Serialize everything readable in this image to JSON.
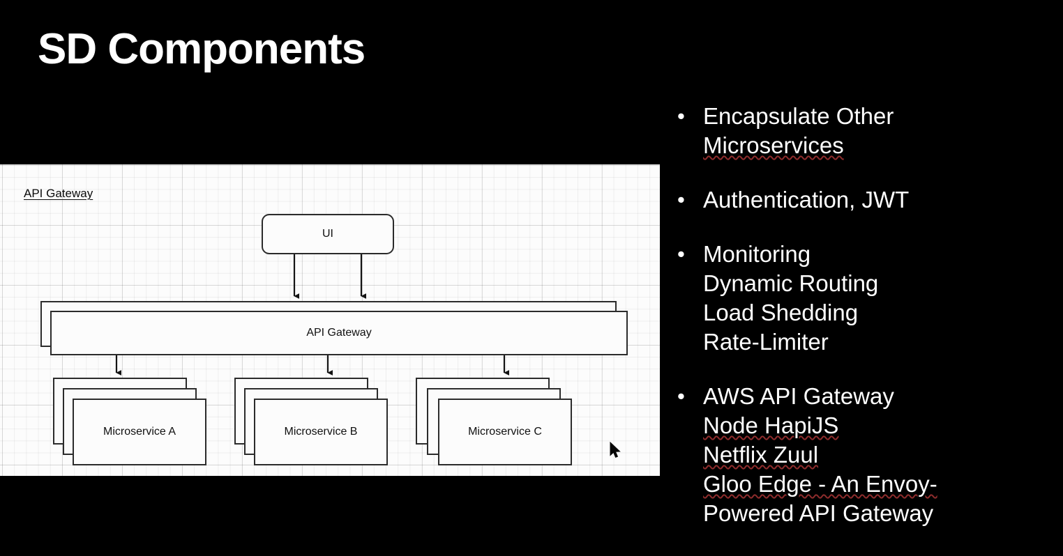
{
  "slide": {
    "title": "SD Components",
    "background_color": "#000000",
    "text_color": "#ffffff"
  },
  "diagram": {
    "label": "API Gateway",
    "panel_background": "#fbfbfb",
    "grid": "on",
    "nodes": {
      "ui": "UI",
      "gateway": "API Gateway",
      "microservice_a": "Microservice A",
      "microservice_b": "Microservice B",
      "microservice_c": "Microservice C"
    },
    "cursor": "arrow-cursor"
  },
  "bullets": [
    {
      "lines": [
        {
          "text": "Encapsulate Other",
          "misspelled": false
        },
        {
          "text": "Microservices",
          "misspelled": true
        }
      ]
    },
    {
      "lines": [
        {
          "text": "Authentication, JWT",
          "misspelled": false
        }
      ]
    },
    {
      "lines": [
        {
          "text": "Monitoring",
          "misspelled": false
        },
        {
          "text": "Dynamic Routing",
          "misspelled": false
        },
        {
          "text": "Load Shedding",
          "misspelled": false
        },
        {
          "text": "Rate-Limiter",
          "misspelled": false
        }
      ]
    },
    {
      "lines": [
        {
          "text": "AWS API Gateway",
          "misspelled": false
        },
        {
          "text": "Node HapiJS",
          "misspelled": true
        },
        {
          "text": "Netflix Zuul",
          "misspelled": true
        },
        {
          "text": "Gloo Edge - An Envoy-",
          "misspelled": true
        },
        {
          "text": "Powered API Gateway",
          "misspelled": false
        }
      ]
    }
  ],
  "bullet_marker": "•"
}
